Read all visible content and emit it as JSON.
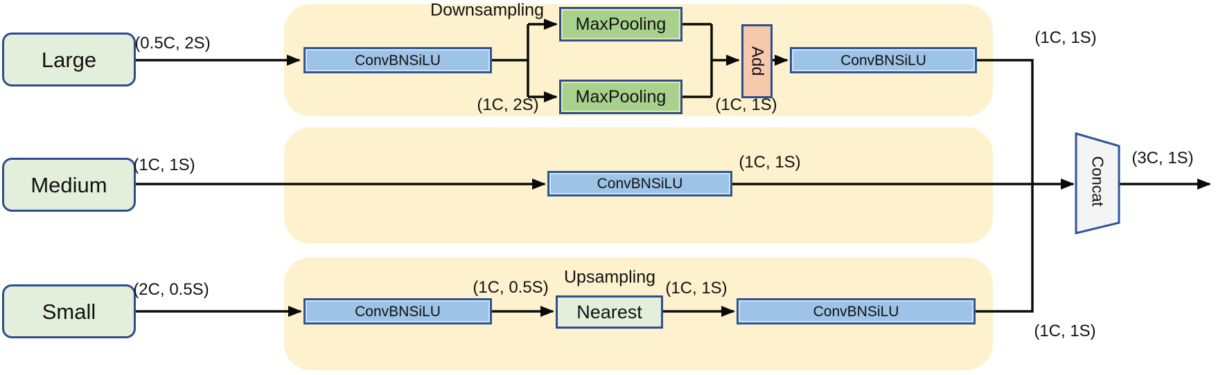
{
  "figure": {
    "inputs": {
      "large": "Large",
      "medium": "Medium",
      "small": "Small"
    },
    "blocks": {
      "conv_top_1": "ConvBNSiLU",
      "maxpool_1": "MaxPooling",
      "maxpool_2": "MaxPooling",
      "add": "Add",
      "conv_top_2": "ConvBNSiLU",
      "conv_mid": "ConvBNSiLU",
      "conv_bottom_1": "ConvBNSiLU",
      "nearest": "Nearest",
      "conv_bottom_2": "ConvBNSiLU",
      "concat": "Concat"
    },
    "section_labels": {
      "downsampling": "Downsampling",
      "upsampling": "Upsampling"
    },
    "annotations": {
      "large_in": "(0.5C, 2S)",
      "maxpool_in": "(1C, 2S)",
      "add_out": "(1C, 1S)",
      "top_out": "(1C, 1S)",
      "medium_in": "(1C, 1S)",
      "mid_out": "(1C, 1S)",
      "small_in": "(2C, 0.5S)",
      "upsample_in": "(1C, 0.5S)",
      "nearest_out": "(1C, 1S)",
      "bottom_out": "(1C, 1S)",
      "concat_out": "(3C, 1S)"
    },
    "colors": {
      "panel_background": "#fdf2cd",
      "input_fill": "#e3efdb",
      "conv_fill": "#9dc3e6",
      "pool_fill": "#a9d18e",
      "add_fill": "#f6c9ac",
      "nearest_fill": "#e3efdb",
      "concat_fill": "#f4f4f4",
      "border_navy": "#2e4d8f",
      "connector": "#0a0a0a"
    }
  }
}
